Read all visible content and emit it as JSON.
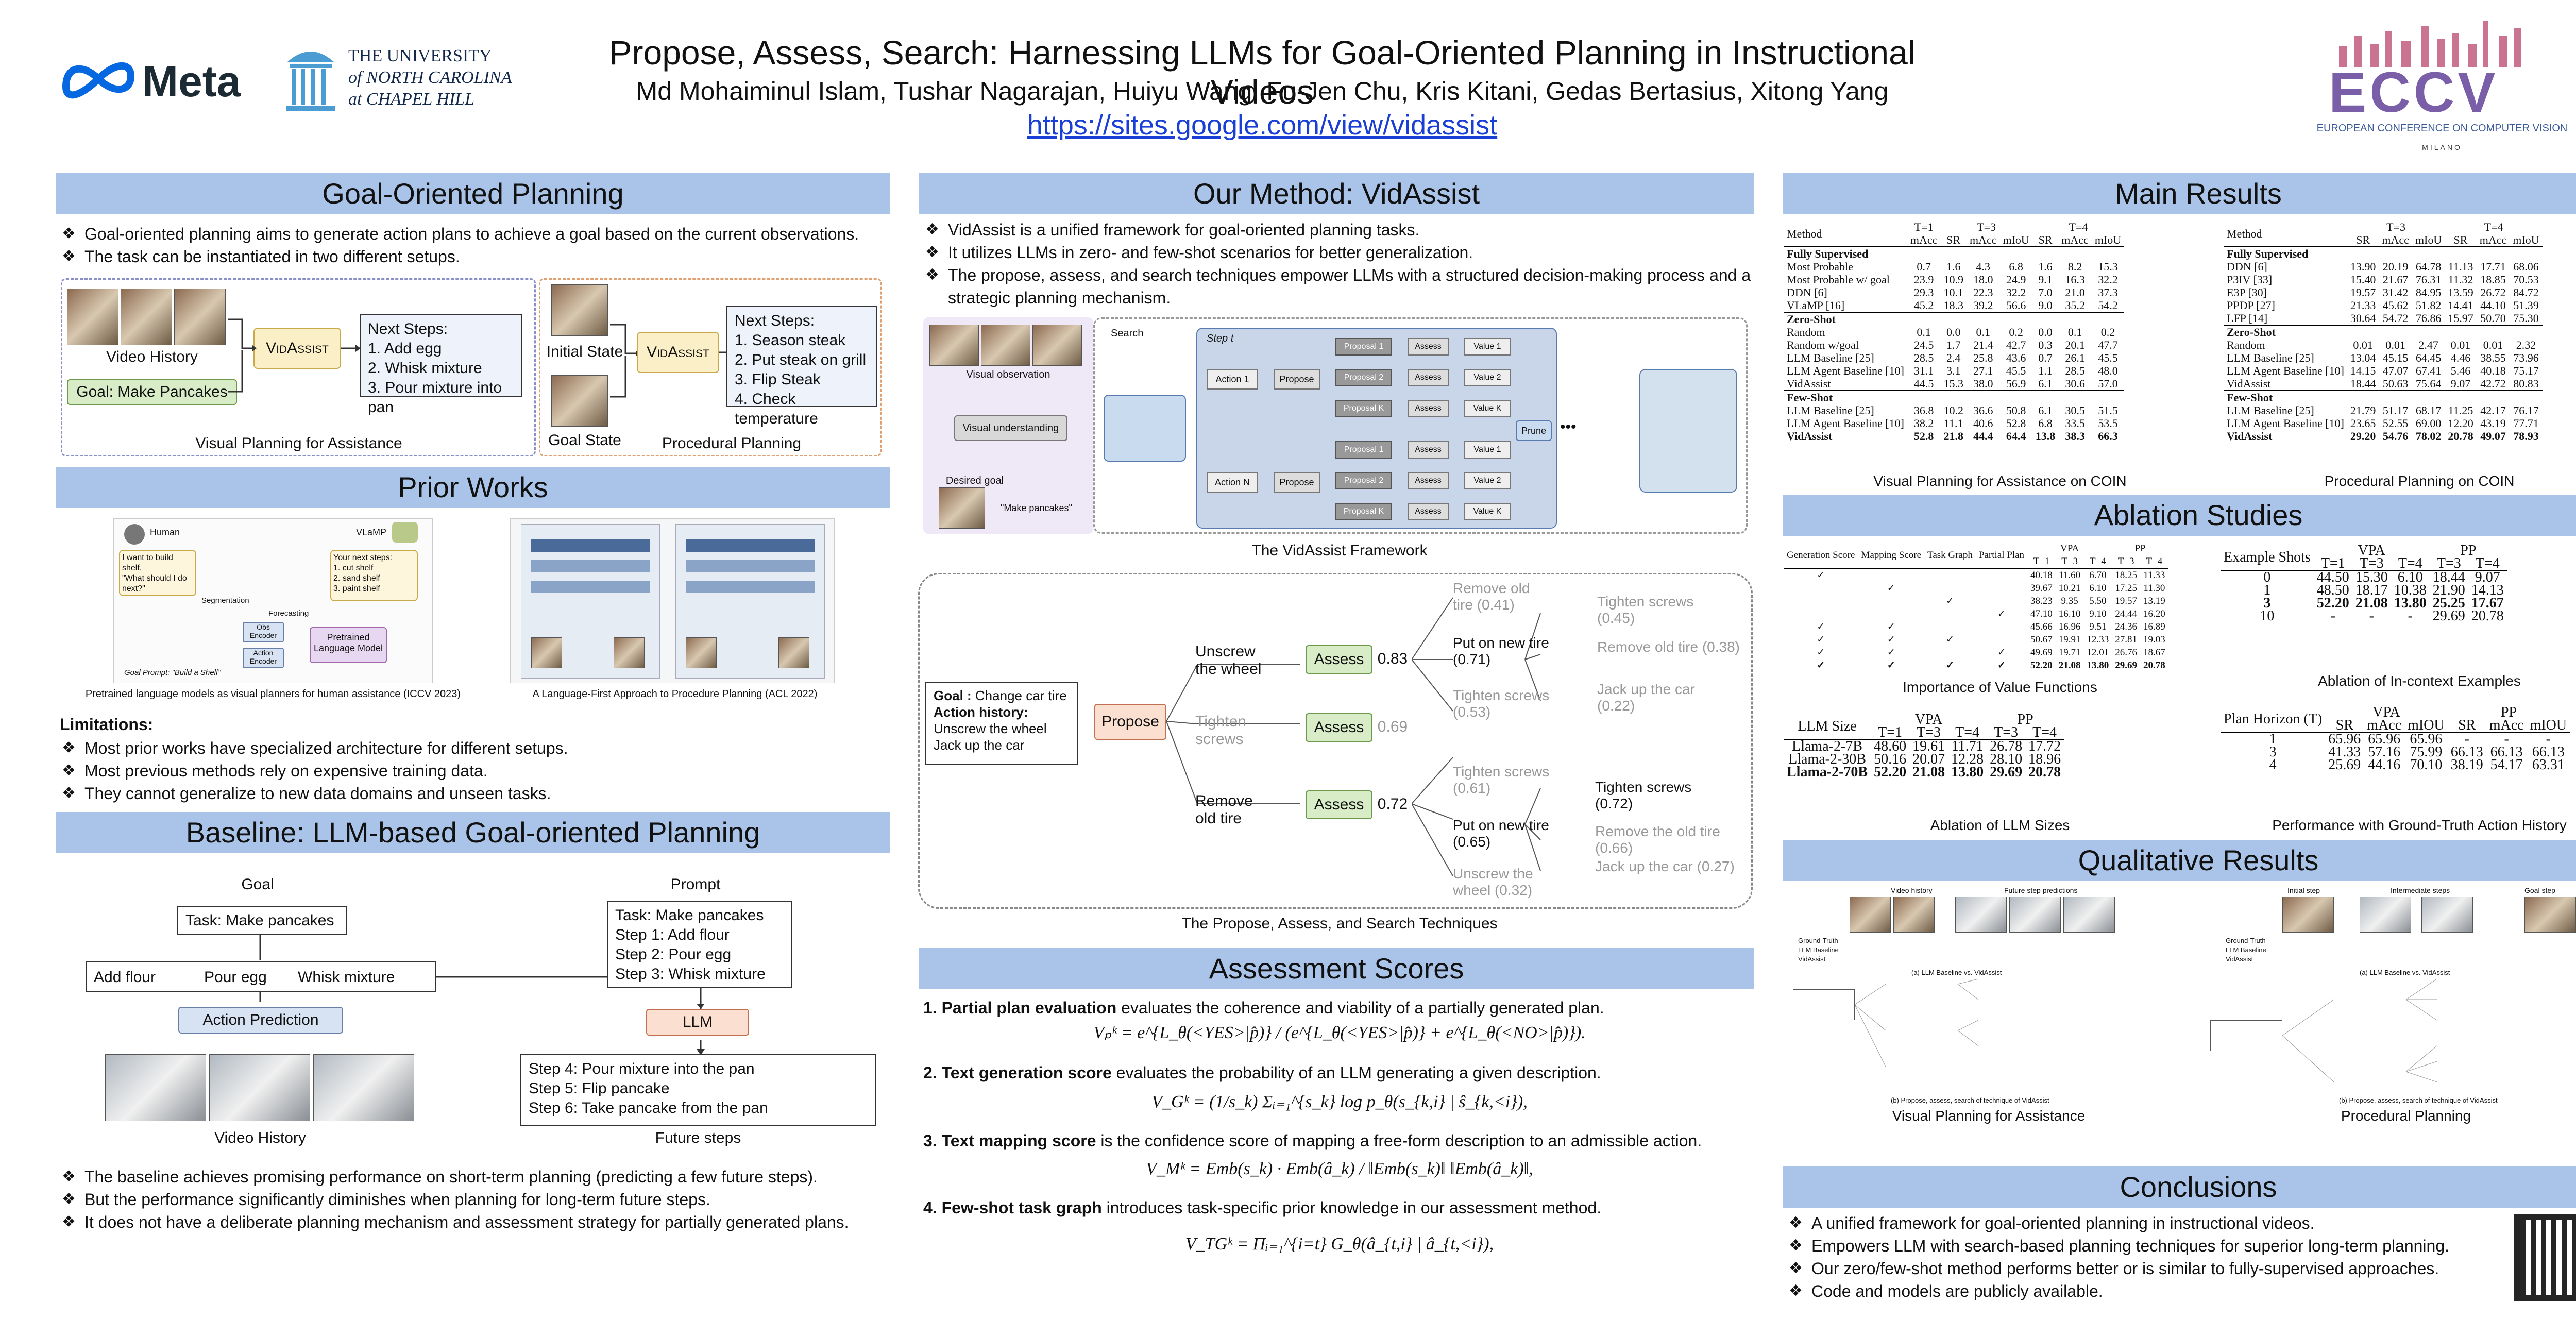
{
  "header": {
    "title": "Propose, Assess, Search: Harnessing LLMs for Goal-Oriented Planning in Instructional Videos",
    "authors": "Md Mohaiminul Islam, Tushar Nagarajan, Huiyu Wang, Fu-Jen Chu, Kris Kitani, Gedas Bertasius, Xitong Yang",
    "url": "https://sites.google.com/view/vidassist",
    "meta_logo": "Meta",
    "unc_line1": "THE UNIVERSITY",
    "unc_line2": "of NORTH CAROLINA",
    "unc_line3": "at CHAPEL HILL",
    "eccv_name": "ECCV",
    "eccv_full": "EUROPEAN CONFERENCE ON COMPUTER VISION",
    "eccv_city": "MILANO"
  },
  "goal_planning": {
    "heading": "Goal-Oriented Planning",
    "bullets": [
      "Goal-oriented planning aims to generate action plans to achieve a goal based on the current observations.",
      "The task can be instantiated in two different setups."
    ],
    "vpa": {
      "video_history": "Video History",
      "goal": "Goal: Make Pancakes",
      "model": "VidAssist",
      "next_title": "Next Steps:",
      "steps": [
        "1. Add egg",
        "2. Whisk mixture",
        "3. Pour mixture into pan"
      ],
      "caption": "Visual Planning for Assistance"
    },
    "pp": {
      "initial": "Initial State",
      "goal_state": "Goal State",
      "model": "VidAssist",
      "next_title": "Next Steps:",
      "steps": [
        "1. Season steak",
        "2. Put steak on grill",
        "3. Flip Steak",
        "4. Check temperature"
      ],
      "caption": "Procedural Planning"
    }
  },
  "prior_works": {
    "heading": "Prior Works",
    "cap1": "Pretrained language models as visual planners for human assistance (ICCV 2023)",
    "cap2": "A Language-First Approach to Procedure Planning (ACL 2022)",
    "fig1_human": "Human",
    "fig1_vlamp": "VLaMP",
    "fig1_q1": "I want to build shelf.",
    "fig1_q2": "\"What should I do next?\"",
    "fig1_next": "Your next steps:",
    "fig1_steps": [
      "1. cut shelf",
      "2. sand shelf",
      "3. paint shelf"
    ],
    "fig1_obs": "Obs Encoder",
    "fig1_act": "Action Encoder",
    "fig1_plm": "Pretrained Language Model",
    "fig1_seg": "Segmentation",
    "fig1_fore": "Forecasting",
    "fig1_goal": "Goal Prompt: \"Build a Shelf\"",
    "limitations_title": "Limitations",
    "limitations": [
      "Most prior works have specialized architecture for different setups.",
      "Most previous methods rely on expensive training data.",
      "They cannot generalize to new data domains and unseen tasks."
    ]
  },
  "baseline": {
    "heading": "Baseline: LLM-based Goal-oriented Planning",
    "goal_label": "Goal",
    "prompt_label": "Prompt",
    "task": "Task: Make pancakes",
    "actions": [
      "Add flour",
      "Pour egg",
      "Whisk mixture"
    ],
    "action_prediction": "Action Prediction",
    "llm": "LLM",
    "prompt_lines": [
      "Task: Make pancakes",
      "Step 1: Add flour",
      "Step 2: Pour egg",
      "Step 3: Whisk mixture"
    ],
    "future_lines": [
      "Step 4: Pour mixture into the pan",
      "Step 5: Flip pancake",
      "Step 6: Take pancake from the pan"
    ],
    "video_history": "Video History",
    "future_steps": "Future steps",
    "bullets": [
      "The baseline achieves promising performance on short-term planning (predicting a few future steps).",
      "But the performance significantly diminishes when planning for long-term future steps.",
      "It does not have a deliberate planning mechanism and assessment strategy for partially generated plans."
    ]
  },
  "method": {
    "heading": "Our Method: VidAssist",
    "bullets": [
      "VidAssist is a unified framework for goal-oriented planning tasks.",
      "It utilizes LLMs in zero- and few-shot scenarios for better generalization.",
      "The propose, assess, and search techniques empower LLMs with a structured decision-making process and a strategic planning mechanism."
    ],
    "fw": {
      "visual_obs": "Visual observation",
      "visual_und": "Visual understanding",
      "desired_goal": "Desired goal",
      "make_pancakes": "\"Make pancakes\"",
      "search": "Search",
      "step": "Step t",
      "action1": "Action 1",
      "actionN": "Action N",
      "propose": "Propose",
      "proposals": [
        "Proposal 1",
        "Proposal 2",
        "Proposal K"
      ],
      "assess": "Assess",
      "values": [
        "Value 1",
        "Value 2",
        "Value K"
      ],
      "prune": "Prune",
      "dots": "•••"
    },
    "fw_caption": "The VidAssist Framework",
    "pas": {
      "goal_label": "Goal :",
      "goal": "Change car tire",
      "hist_label": "Action history:",
      "hist": [
        "Unscrew the wheel",
        "Jack up the car"
      ],
      "propose": "Propose",
      "assess": "Assess",
      "c1": "Unscrew the wheel",
      "v1": "0.83",
      "c2": "Tighten screws",
      "v2": "0.69",
      "c3": "Remove old tire",
      "v3": "0.72",
      "t1a": "Remove old tire (0.41)",
      "t1b": "Put on new tire (0.71)",
      "t1c": "Tighten screws (0.53)",
      "t2a": "Tighten screws (0.45)",
      "t2b": "Remove old tire (0.38)",
      "t2c": "Jack up the car (0.22)",
      "t3a": "Tighten screws (0.61)",
      "t3b": "Put on new tire (0.65)",
      "t3c": "Unscrew the wheel (0.32)",
      "t4a": "Tighten screws (0.72)",
      "t4b": "Remove the old tire (0.66)",
      "t4c": "Jack up the car (0.27)"
    },
    "pas_caption": "The Propose, Assess, and Search Techniques"
  },
  "scores": {
    "heading": "Assessment Scores",
    "s1_bold": "1. Partial plan evaluation",
    "s1": " evaluates the coherence and viability of a partially generated plan.",
    "e1": "Vₚᵏ = e^{L_θ(<YES>|p̂)} / (e^{L_θ(<YES>|p̂)} + e^{L_θ(<NO>|p̂)}).",
    "s2_bold": "2. Text generation score",
    "s2": " evaluates the probability of an LLM generating a given description.",
    "e2": "V_Gᵏ = (1/s_k) Σᵢ₌₁^{s_k} log p_θ(s_{k,i} | ŝ_{k,<i}),",
    "s3_bold": "3. Text mapping score",
    "s3": " is the confidence score of mapping a free-form description to an admissible action.",
    "e3": "V_Mᵏ = Emb(s_k) · Emb(â_k) / ‖Emb(s_k)‖ ‖Emb(â_k)‖,",
    "s4_bold": "4. Few-shot task graph",
    "s4": " introduces task-specific prior knowledge in our assessment method.",
    "e4": "V_TGᵏ = Πᵢ₌₁^{i=t} G_θ(â_{t,i} | â_{t,<i}),"
  },
  "main_results": {
    "heading": "Main Results",
    "coin_caption": "Visual Planning for Assistance on COIN",
    "pp_caption": "Procedural Planning on COIN",
    "coin_head": [
      "Method",
      "T=1",
      "T=3",
      "T=4"
    ],
    "coin_sub": [
      "",
      "mAcc",
      "SR",
      "mAcc",
      "mIoU",
      "SR",
      "mAcc",
      "mIoU"
    ],
    "coin_rows": [
      [
        "Fully Supervised"
      ],
      [
        "Most Probable",
        "0.7",
        "1.6",
        "4.3",
        "6.8",
        "1.6",
        "8.2",
        "15.3"
      ],
      [
        "Most Probable w/ goal",
        "23.9",
        "10.9",
        "18.0",
        "24.9",
        "9.1",
        "16.3",
        "32.2"
      ],
      [
        "DDN [6]",
        "29.3",
        "10.1",
        "22.3",
        "32.2",
        "7.0",
        "21.0",
        "37.3"
      ],
      [
        "VLaMP [16]",
        "45.2",
        "18.3",
        "39.2",
        "56.6",
        "9.0",
        "35.2",
        "54.2"
      ],
      [
        "Zero-Shot"
      ],
      [
        "Random",
        "0.1",
        "0.0",
        "0.1",
        "0.2",
        "0.0",
        "0.1",
        "0.2"
      ],
      [
        "Random w/goal",
        "24.5",
        "1.7",
        "21.4",
        "42.7",
        "0.3",
        "20.1",
        "47.7"
      ],
      [
        "LLM Baseline [25]",
        "28.5",
        "2.4",
        "25.8",
        "43.6",
        "0.7",
        "26.1",
        "45.5"
      ],
      [
        "LLM Agent Baseline [10]",
        "31.1",
        "3.1",
        "27.1",
        "45.5",
        "1.1",
        "28.5",
        "48.0"
      ],
      [
        "VidAssist",
        "44.5",
        "15.3",
        "38.0",
        "56.9",
        "6.1",
        "30.6",
        "57.0"
      ],
      [
        "Few-Shot"
      ],
      [
        "LLM Baseline [25]",
        "36.8",
        "10.2",
        "36.6",
        "50.8",
        "6.1",
        "30.5",
        "51.5"
      ],
      [
        "LLM Agent Baseline [10]",
        "38.2",
        "11.1",
        "40.6",
        "52.8",
        "6.8",
        "33.5",
        "53.5"
      ],
      [
        "VidAssist",
        "52.8",
        "21.8",
        "44.4",
        "64.4",
        "13.8",
        "38.3",
        "66.3"
      ]
    ],
    "pp_head": [
      "Method",
      "T=3",
      "T=4"
    ],
    "pp_sub": [
      "",
      "SR",
      "mAcc",
      "mIoU",
      "SR",
      "mAcc",
      "mIoU"
    ],
    "pp_rows": [
      [
        "Fully Supervised"
      ],
      [
        "DDN [6]",
        "13.90",
        "20.19",
        "64.78",
        "11.13",
        "17.71",
        "68.06"
      ],
      [
        "P3IV [33]",
        "15.40",
        "21.67",
        "76.31",
        "11.32",
        "18.85",
        "70.53"
      ],
      [
        "E3P [30]",
        "19.57",
        "31.42",
        "84.95",
        "13.59",
        "26.72",
        "84.72"
      ],
      [
        "PPDP [27]",
        "21.33",
        "45.62",
        "51.82",
        "14.41",
        "44.10",
        "51.39"
      ],
      [
        "LFP [14]",
        "30.64",
        "54.72",
        "76.86",
        "15.97",
        "50.70",
        "75.30"
      ],
      [
        "Zero-Shot"
      ],
      [
        "Random",
        "0.01",
        "0.01",
        "2.47",
        "0.01",
        "0.01",
        "2.32"
      ],
      [
        "LLM Baseline [25]",
        "13.04",
        "45.15",
        "64.45",
        "4.46",
        "38.55",
        "73.96"
      ],
      [
        "LLM Agent Baseline [10]",
        "14.15",
        "47.07",
        "67.41",
        "5.46",
        "40.18",
        "75.17"
      ],
      [
        "VidAssist",
        "18.44",
        "50.63",
        "75.64",
        "9.07",
        "42.72",
        "80.83"
      ],
      [
        "Few-Shot"
      ],
      [
        "LLM Baseline [25]",
        "21.79",
        "51.17",
        "68.17",
        "11.25",
        "42.17",
        "76.17"
      ],
      [
        "LLM Agent Baseline [10]",
        "23.65",
        "52.55",
        "69.00",
        "12.20",
        "43.19",
        "77.71"
      ],
      [
        "VidAssist",
        "29.20",
        "54.76",
        "78.02",
        "20.78",
        "49.07",
        "78.93"
      ]
    ]
  },
  "ablation": {
    "heading": "Ablation Studies",
    "vf_caption": "Importance of Value Functions",
    "vf_head": [
      "Generation Score",
      "Mapping Score",
      "Task Graph",
      "Partial Plan",
      "VPA",
      "PP"
    ],
    "vf_sub": [
      "T=1",
      "T=3",
      "T=4",
      "T=3",
      "T=4"
    ],
    "vf_rows": [
      [
        "✓",
        "",
        "",
        "",
        "40.18",
        "11.60",
        "6.70",
        "18.25",
        "11.33"
      ],
      [
        "",
        "✓",
        "",
        "",
        "39.67",
        "10.21",
        "6.10",
        "17.25",
        "11.30"
      ],
      [
        "",
        "",
        "✓",
        "",
        "38.23",
        "9.35",
        "5.50",
        "19.57",
        "13.19"
      ],
      [
        "",
        "",
        "",
        "✓",
        "47.10",
        "16.10",
        "9.10",
        "24.44",
        "16.20"
      ],
      [
        "✓",
        "✓",
        "",
        "",
        "45.66",
        "16.96",
        "9.51",
        "24.36",
        "16.89"
      ],
      [
        "✓",
        "✓",
        "✓",
        "",
        "50.67",
        "19.91",
        "12.33",
        "27.81",
        "19.03"
      ],
      [
        "✓",
        "✓",
        "",
        "✓",
        "49.69",
        "19.71",
        "12.01",
        "26.76",
        "18.67"
      ],
      [
        "✓",
        "✓",
        "✓",
        "✓",
        "52.20",
        "21.08",
        "13.80",
        "29.69",
        "20.78"
      ]
    ],
    "ic_caption": "Ablation of In-context Examples",
    "ic_head": [
      "Example Shots",
      "VPA",
      "PP"
    ],
    "ic_sub": [
      "T=1",
      "T=3",
      "T=4",
      "T=3",
      "T=4"
    ],
    "ic_rows": [
      [
        "0",
        "44.50",
        "15.30",
        "6.10",
        "18.44",
        "9.07"
      ],
      [
        "1",
        "48.50",
        "18.17",
        "10.38",
        "21.90",
        "14.13"
      ],
      [
        "3",
        "52.20",
        "21.08",
        "13.80",
        "25.25",
        "17.67"
      ],
      [
        "10",
        "-",
        "-",
        "-",
        "29.69",
        "20.78"
      ]
    ],
    "llm_caption": "Ablation of LLM Sizes",
    "llm_head": [
      "LLM Size",
      "VPA",
      "PP"
    ],
    "llm_sub": [
      "T=1",
      "T=3",
      "T=4",
      "T=3",
      "T=4"
    ],
    "llm_rows": [
      [
        "Llama-2-7B",
        "48.60",
        "19.61",
        "11.71",
        "26.78",
        "17.72"
      ],
      [
        "Llama-2-30B",
        "50.16",
        "20.07",
        "12.28",
        "28.10",
        "18.96"
      ],
      [
        "Llama-2-70B",
        "52.20",
        "21.08",
        "13.80",
        "29.69",
        "20.78"
      ]
    ],
    "gt_caption": "Performance with Ground-Truth Action History",
    "gt_head": [
      "Plan Horizon (T)",
      "VPA",
      "PP"
    ],
    "gt_sub": [
      "SR",
      "mAcc",
      "mIOU",
      "SR",
      "mAcc",
      "mIOU"
    ],
    "gt_rows": [
      [
        "1",
        "65.96",
        "65.96",
        "65.96",
        "-",
        "-",
        "-"
      ],
      [
        "3",
        "41.33",
        "57.16",
        "75.99",
        "66.13",
        "66.13",
        "66.13"
      ],
      [
        "4",
        "25.69",
        "44.16",
        "70.10",
        "38.19",
        "54.17",
        "63.31"
      ]
    ]
  },
  "qualitative": {
    "heading": "Qualitative Results",
    "vpa_caption": "Visual Planning for Assistance",
    "pp_caption": "Procedural Planning",
    "vpa_sub_a": "(a) LLM Baseline vs. VidAssist",
    "vpa_sub_b": "(b) Propose, assess, search of technique of VidAssist",
    "pp_sub_a": "(a) LLM Baseline vs. VidAssist",
    "pp_sub_b": "(b) Propose, assess, search of technique of VidAssist",
    "vh": "Video history",
    "fsp": "Future step predictions",
    "init": "Initial step",
    "inter": "Intermediate steps",
    "goal": "Goal step",
    "row_labels": [
      "Ground-Truth",
      "LLM Baseline",
      "VidAssist"
    ]
  },
  "conclusions": {
    "heading": "Conclusions",
    "bullets": [
      "A unified framework for goal-oriented planning in instructional videos.",
      "Empowers LLM with search-based planning techniques for superior long-term planning.",
      "Our zero/few-shot method performs better or is similar to fully-supervised approaches.",
      "Code and models are publicly available."
    ]
  },
  "colors": {
    "section": "#a9c4e8",
    "url": "#1a3fd6",
    "meta_blue": "#0668e1",
    "unc_blue": "#4b9cd3"
  }
}
